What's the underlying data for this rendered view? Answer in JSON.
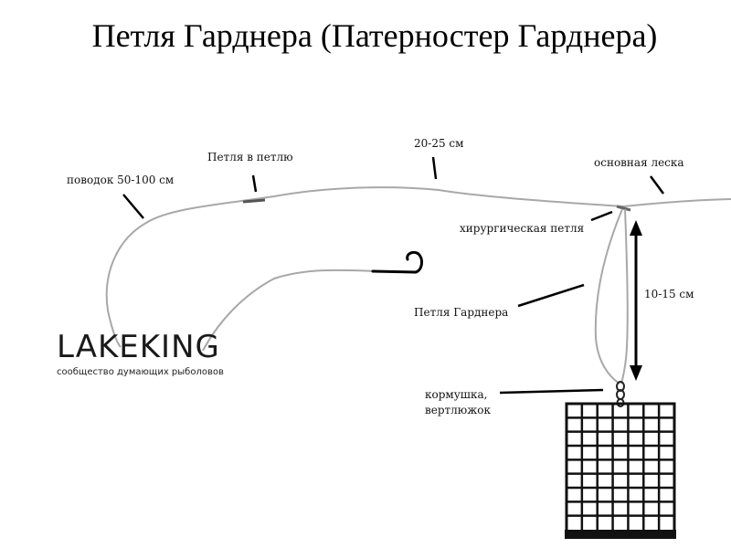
{
  "title": "Петля Гарднера (Патерностер Гарднера)",
  "labels": {
    "leader": "поводок 50-100 см",
    "loop_to_loop": "Петля в петлю",
    "length_20_25": "20-25 см",
    "main_line": "основная леска",
    "surgeon_loop": "хирургическая петля",
    "gardner_loop": "Петля Гарднера",
    "length_10_15": "10-15 см",
    "feeder_line1": "кормушка,",
    "feeder_line2": "вертлюжок"
  },
  "brand": {
    "name": "LAKEKING",
    "tagline": "сообщество думающих рыболовов"
  },
  "colors": {
    "line": "#a8a8a8",
    "ink": "#111111",
    "feeder": "#111111"
  }
}
